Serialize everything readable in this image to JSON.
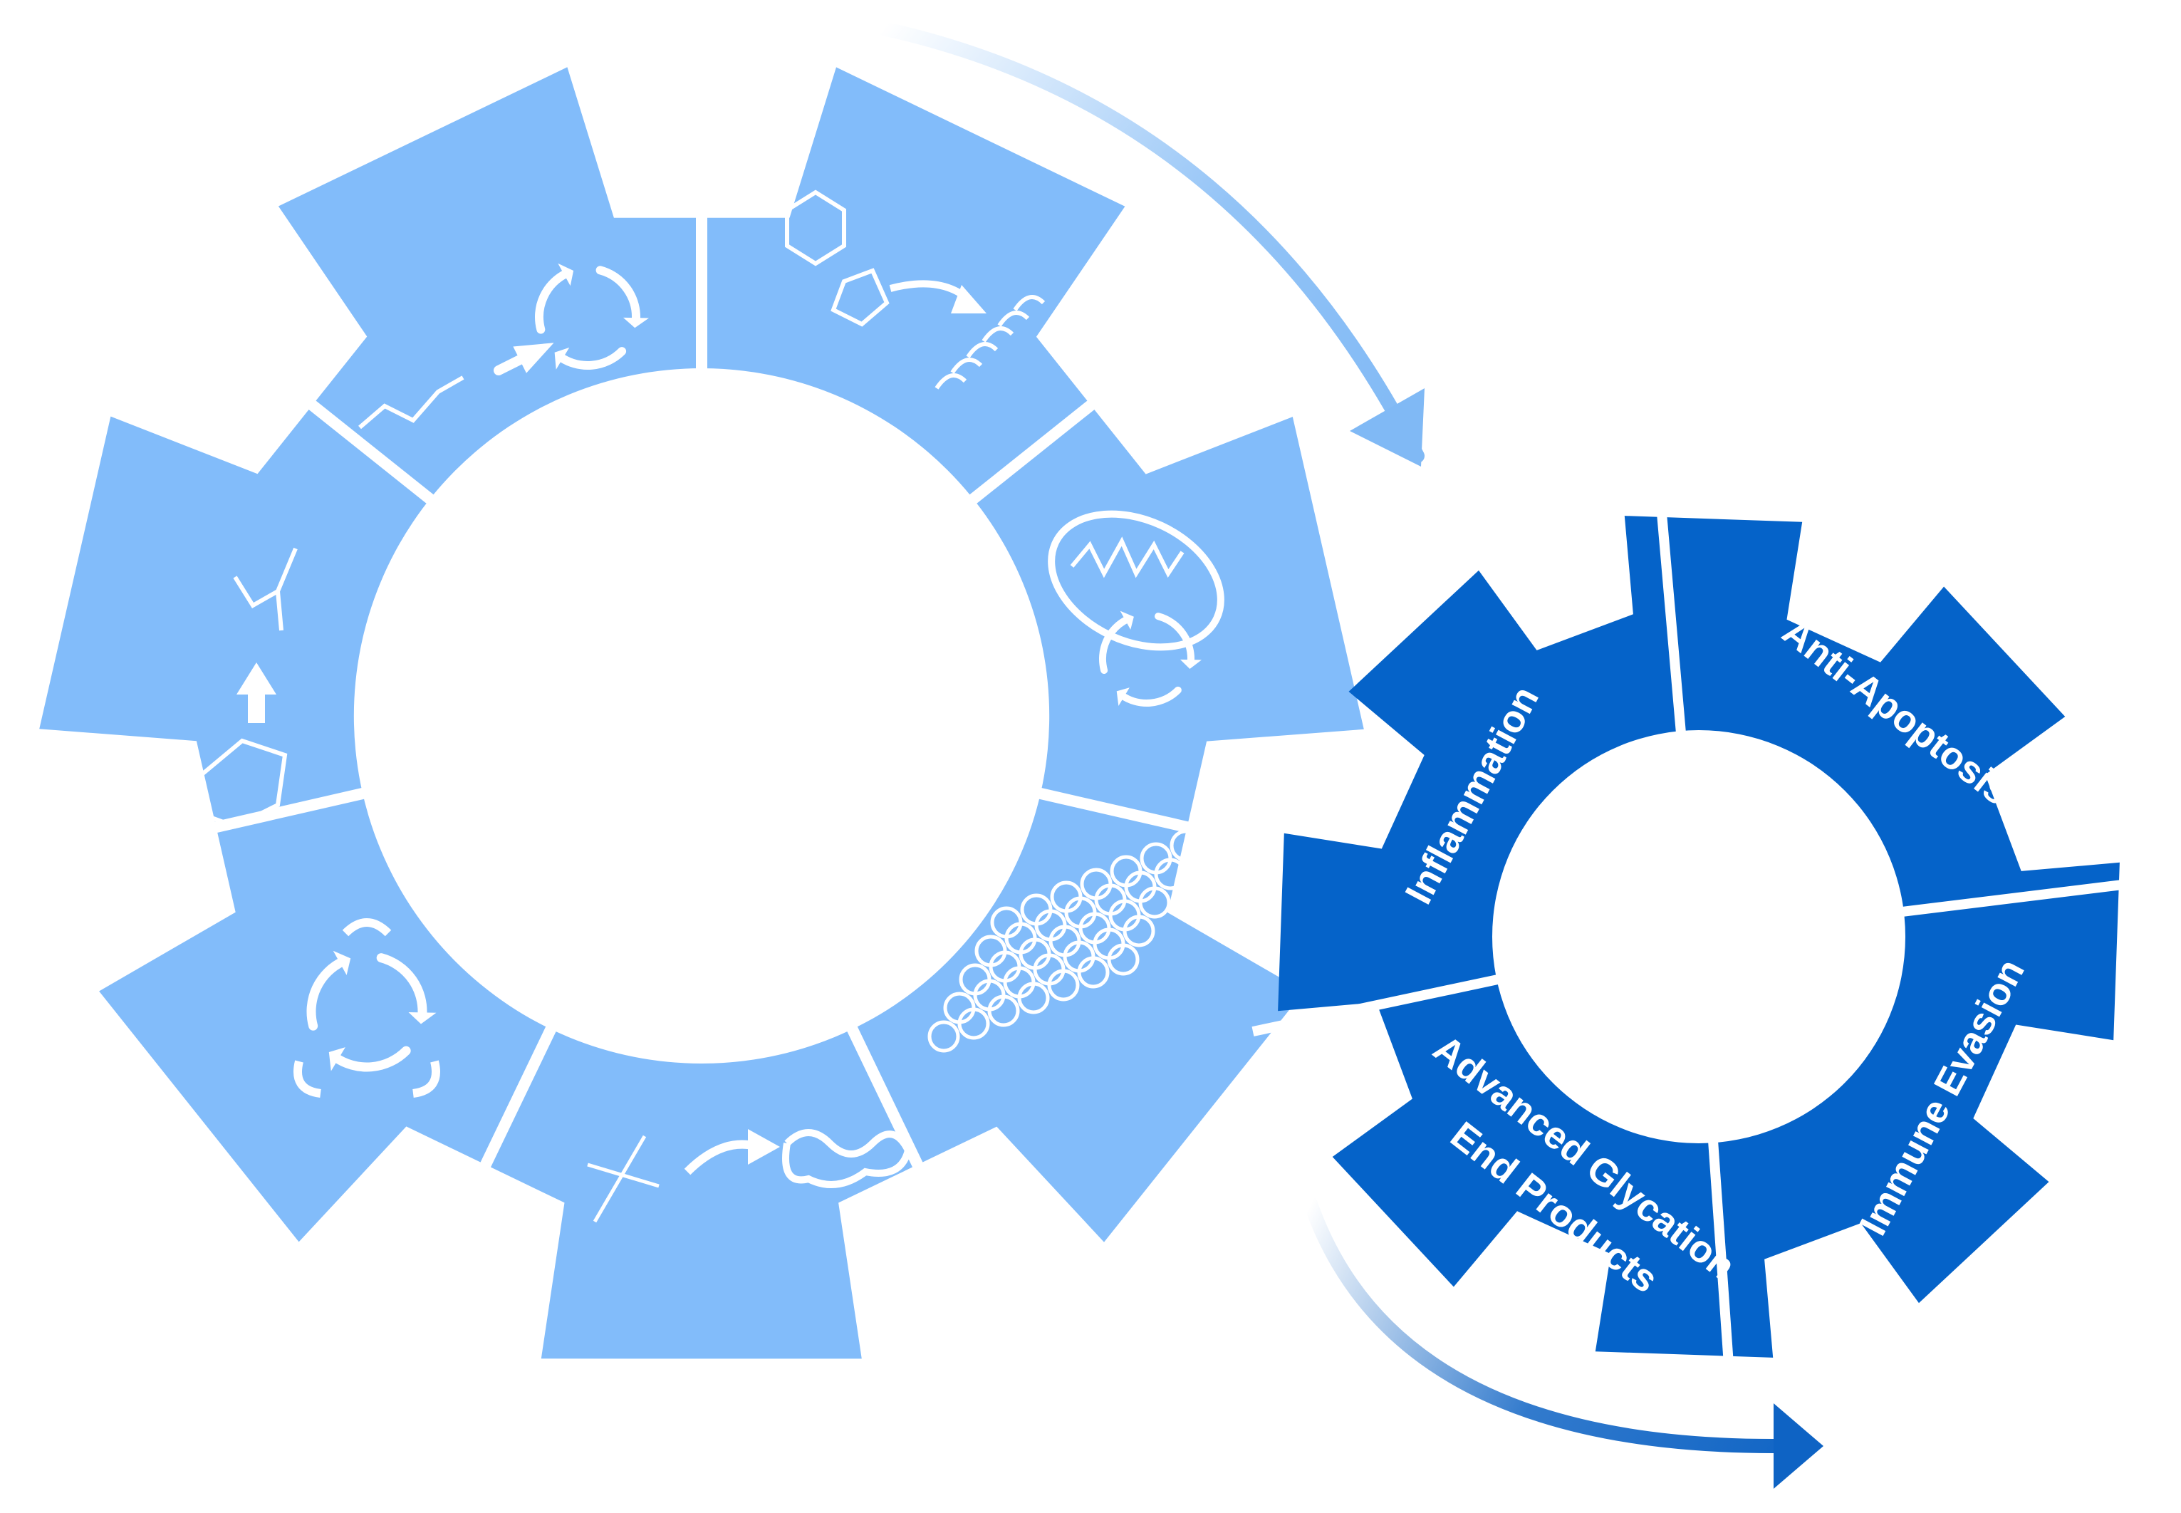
{
  "colors": {
    "large_gear": "#82BCFA",
    "small_gear": "#0563C9",
    "arrow_light": "#80B9F5",
    "arrow_dark": "#0E63C4",
    "glyph": "#ffffff",
    "background": "#ffffff"
  },
  "large_gear": {
    "segments": [
      {
        "icon": "glutamine-to-cycle-icon"
      },
      {
        "icon": "steroid-to-dna-icon"
      },
      {
        "icon": "mitochondria-cycle-icon"
      },
      {
        "icon": "lipid-membrane-icon"
      },
      {
        "icon": "amino-acid-to-protein-icon"
      },
      {
        "icon": "metabolic-cycle-icon"
      },
      {
        "icon": "glucose-to-lactate-icon"
      }
    ]
  },
  "small_gear": {
    "segments": [
      {
        "label": "Inflammation"
      },
      {
        "label": "Anti-Apoptosis"
      },
      {
        "label": "Immune Evasion"
      },
      {
        "label_line1": "Advanced Glycation",
        "label_line2": "End Products"
      }
    ]
  }
}
